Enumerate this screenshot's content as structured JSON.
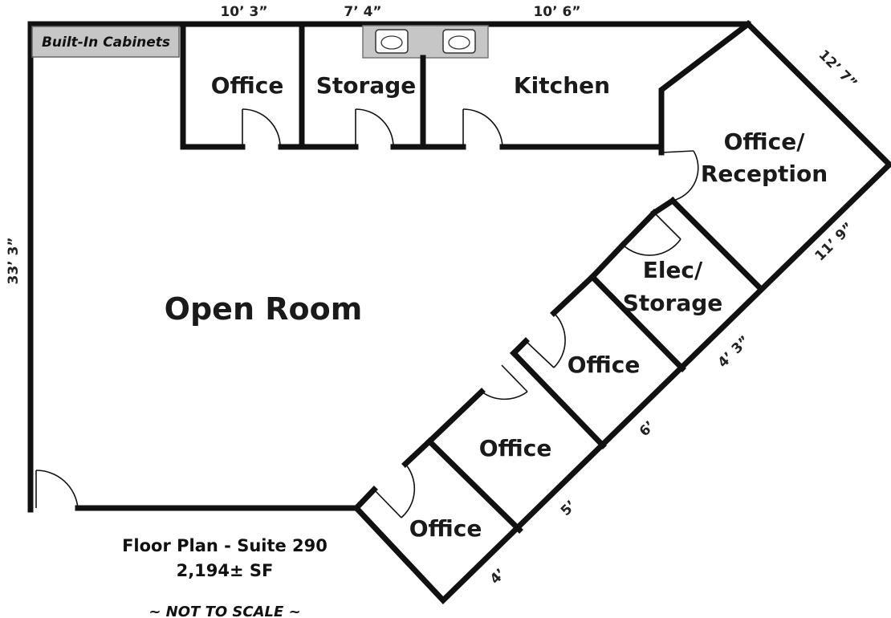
{
  "rooms": {
    "office_top": "Office",
    "storage": "Storage",
    "kitchen": "Kitchen",
    "office_reception_line1": "Office/",
    "office_reception_line2": "Reception",
    "elec_storage_line1": "Elec/",
    "elec_storage_line2": "Storage",
    "office_diag_1": "Office",
    "office_diag_2": "Office",
    "office_diag_3": "Office",
    "open_room": "Open Room"
  },
  "fixtures": {
    "cabinets": "Built-In Cabinets"
  },
  "dimensions": {
    "top_left": "10’ 3”",
    "top_mid": "7’ 4”",
    "top_right": "10’ 6”",
    "right_top": "12’ 7”",
    "right_mid": "11’ 9”",
    "left": "33’ 3”",
    "diag_1": "4’ 3”",
    "diag_2": "6’",
    "diag_3": "5’",
    "diag_4": "4’"
  },
  "caption": {
    "line1": "Floor Plan - Suite 290",
    "line2": "2,194± SF",
    "note": "~ NOT TO SCALE ~"
  }
}
